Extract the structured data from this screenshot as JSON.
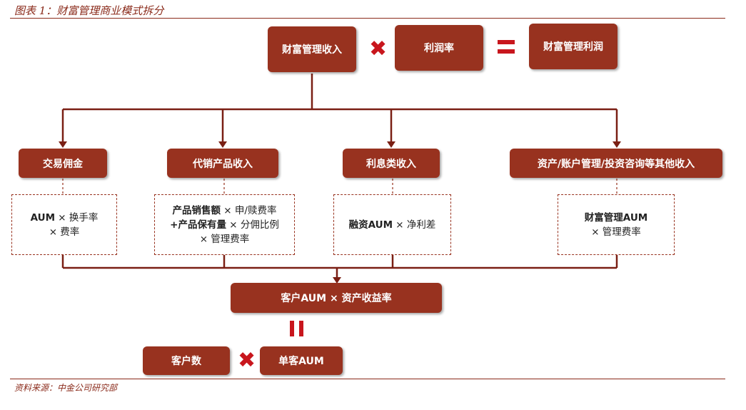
{
  "title": "图表 1：财富管理商业模式拆分",
  "source": "资料来源：中金公司研究部",
  "top": {
    "revenue": "财富管理收入",
    "margin": "利润率",
    "profit": "财富管理利润"
  },
  "categories": [
    {
      "label": "交易佣金",
      "formula": [
        [
          {
            "t": "AUM",
            "b": true
          },
          {
            "t": " × 换手率"
          }
        ],
        [
          {
            "t": "× 费率"
          }
        ]
      ]
    },
    {
      "label": "代销产品收入",
      "formula": [
        [
          {
            "t": "产品销售额",
            "b": true
          },
          {
            "t": " × 申/赎费率"
          }
        ],
        [
          {
            "t": "+产品保有量",
            "b": true
          },
          {
            "t": " × 分佣比例"
          }
        ],
        [
          {
            "t": "× 管理费率"
          }
        ]
      ]
    },
    {
      "label": "利息类收入",
      "formula": [
        [
          {
            "t": "融资AUM",
            "b": true
          },
          {
            "t": " × 净利差"
          }
        ]
      ]
    },
    {
      "label": "资产/账户管理/投资咨询等其他收入",
      "formula": [
        [
          {
            "t": "财富管理AUM",
            "b": true
          }
        ],
        [
          {
            "t": "× 管理费率"
          }
        ]
      ]
    }
  ],
  "customer_formula": "客户AUM × 资产收益率",
  "bottom": {
    "customers": "客户数",
    "per_customer": "单客AUM"
  },
  "colors": {
    "box": "#98321f",
    "operator": "#c8161d",
    "line": "#7a1f14"
  }
}
